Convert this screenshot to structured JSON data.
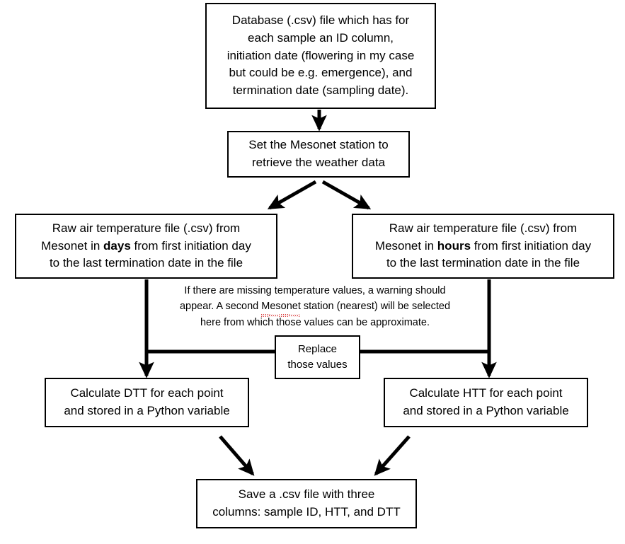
{
  "diagram": {
    "title": "Thermal time calculation workflow flowchart",
    "stroke_color": "#000000",
    "background_color": "#ffffff",
    "spellcheck_underline_color": "#d83b3b"
  },
  "nodes": {
    "database": {
      "lines": [
        "Database (.csv) file which has for",
        "each sample an ID column,",
        "initiation date (flowering in my case",
        "but could be e.g. emergence), and",
        "termination date (sampling date)."
      ]
    },
    "station": {
      "lines": [
        "Set the Mesonet station to",
        "retrieve the weather data"
      ]
    },
    "days_file": {
      "line1": "Raw air temperature file (.csv) from",
      "line2_pre": "Mesonet in ",
      "line2_bold": "days",
      "line2_post": " from first initiation day",
      "line3": "to the last termination date in the file"
    },
    "hours_file": {
      "line1": "Raw air temperature file (.csv) from",
      "line2_pre": "Mesonet in ",
      "line2_bold": "hours",
      "line2_post": " from first initiation day",
      "line3": "to the last termination date in the file"
    },
    "replace": {
      "lines": [
        "Replace",
        "those values"
      ]
    },
    "dtt": {
      "lines": [
        "Calculate DTT for each point",
        "and stored in a Python variable"
      ]
    },
    "htt": {
      "lines": [
        "Calculate HTT for each point",
        "and stored in a Python variable"
      ]
    },
    "save": {
      "lines": [
        "Save a .csv file with three",
        "columns: sample ID, HTT, and DTT"
      ]
    }
  },
  "annotation": {
    "missing_values_note": {
      "line1": "If there are missing temperature values, a warning should",
      "line2_pre": "appear. A second ",
      "line2_misspelled": "Mesonet",
      "line2_post": " station (nearest) will be selected",
      "line3": "here from which those values can be approximate."
    }
  },
  "connectors": [
    {
      "name": "database-to-station",
      "kind": "arrow-down"
    },
    {
      "name": "station-to-days-file",
      "kind": "arrow-diagonal-left"
    },
    {
      "name": "station-to-hours-file",
      "kind": "arrow-diagonal-right"
    },
    {
      "name": "days-file-to-dtt",
      "kind": "arrow-down"
    },
    {
      "name": "hours-file-to-htt",
      "kind": "arrow-down"
    },
    {
      "name": "replace-to-left-branch",
      "kind": "line-horizontal"
    },
    {
      "name": "replace-to-right-branch",
      "kind": "line-horizontal"
    },
    {
      "name": "dtt-to-save",
      "kind": "arrow-diagonal-right"
    },
    {
      "name": "htt-to-save",
      "kind": "arrow-diagonal-left"
    }
  ]
}
